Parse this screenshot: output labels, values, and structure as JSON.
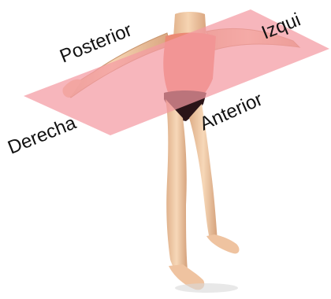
{
  "diagram": {
    "plane": {
      "kind": "transverse plane",
      "color": "#f49aa2",
      "opacity": 0.72
    },
    "labels": {
      "posterior": "Posterior",
      "izquierda": "Izqui",
      "derecha": "Derecha",
      "anterior": "Anterior"
    },
    "figure": {
      "subject": "doll",
      "skin_color": "#f1c8a2",
      "top_color": "#eb8a74",
      "briefs_color": "#2a1418"
    }
  }
}
